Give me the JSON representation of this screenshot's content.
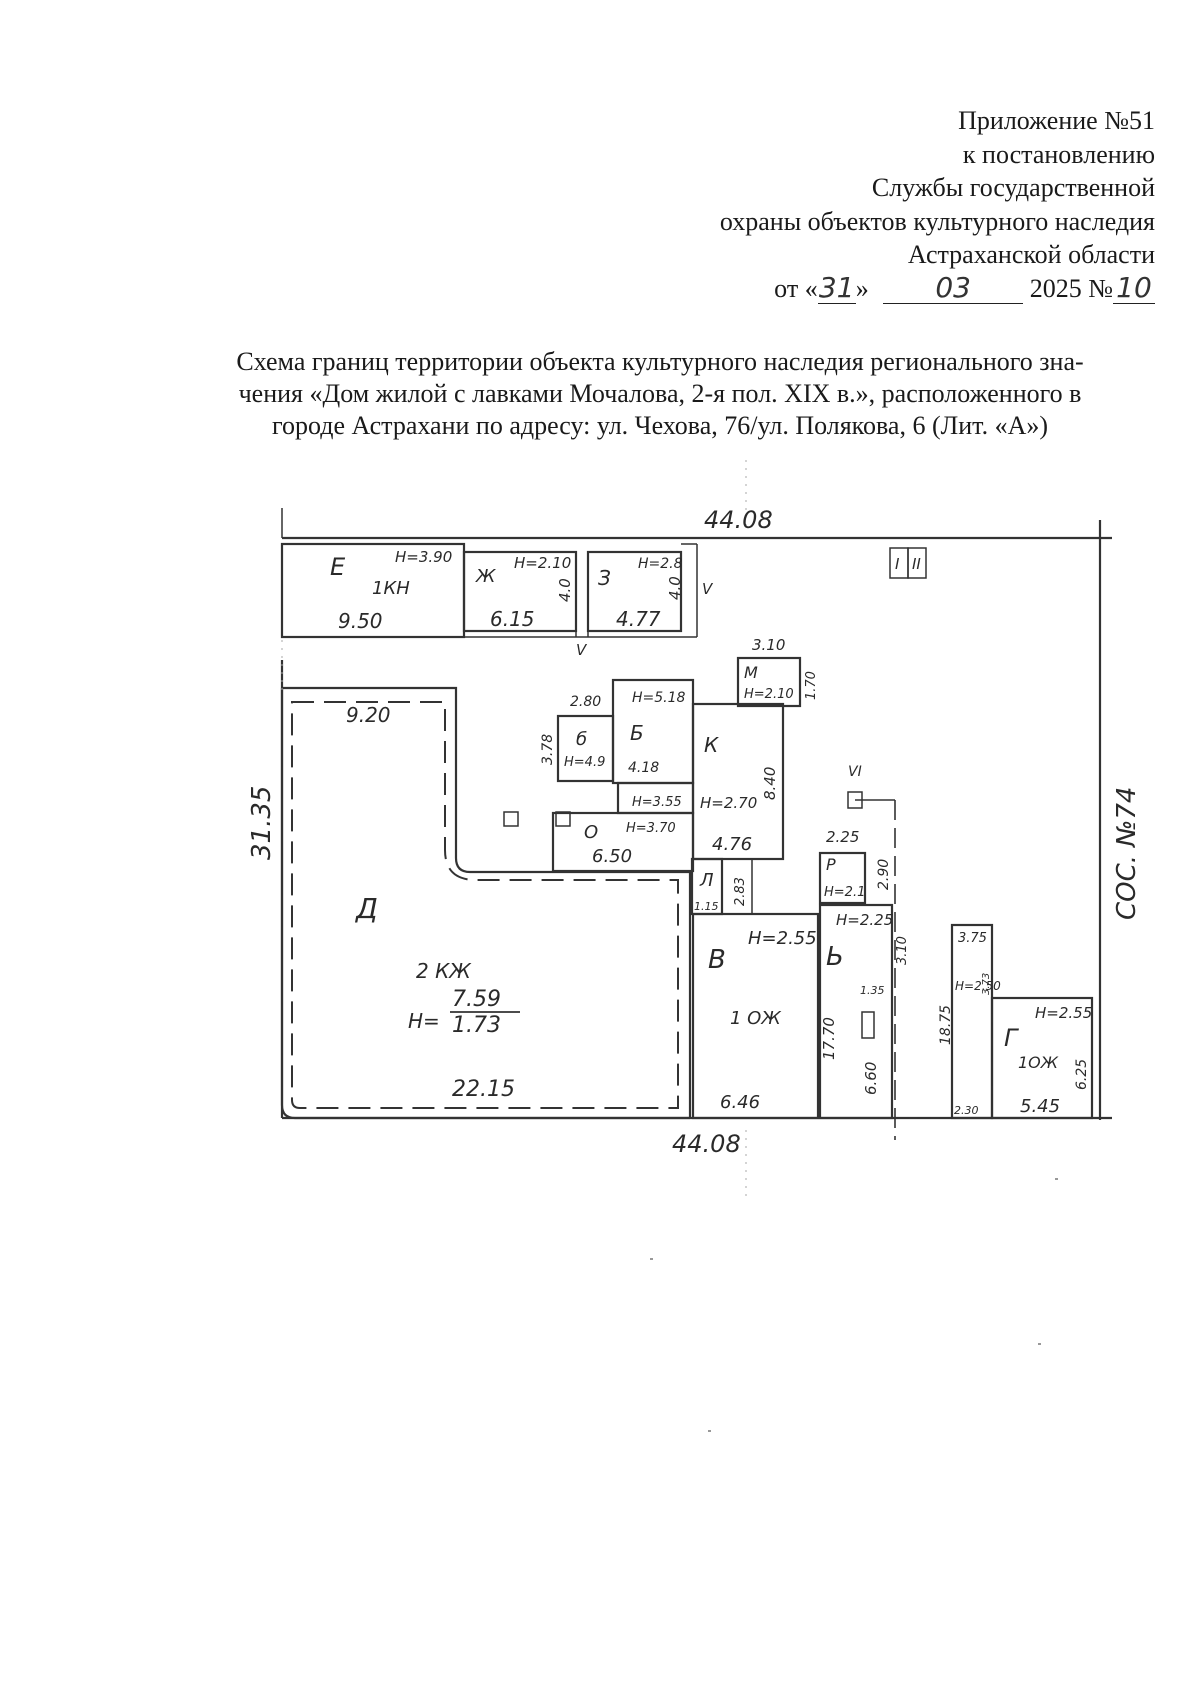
{
  "header": {
    "line1": "Приложение №51",
    "line2": "к постановлению",
    "line3": "Службы государственной",
    "line4": "охраны объектов культурного наследия",
    "line5": "Астраханской области",
    "date_prefix": "от",
    "day_open": "«",
    "day": "31",
    "day_close": "»",
    "month": "03",
    "year_text": "2025 №",
    "number": "10"
  },
  "title": {
    "line1": "Схема границ территории объекта культурного наследия регионального зна-",
    "line2": "чения «Дом жилой с лавками Мочалова, 2-я пол. XIX в.», расположенного в",
    "line3": "городе Астрахани по адресу: ул. Чехова, 76/ул. Полякова, 6 (Лит. «А»)"
  },
  "scheme": {
    "dim_top": "44.08",
    "dim_bottom": "44.08",
    "dim_left": "31.35",
    "dim_right": "СОС. №74",
    "roman_i": "I",
    "roman_ii": "II",
    "roman_v": "V",
    "roman_v2": "V",
    "roman_vi": "VI",
    "bldg_e": {
      "letter": "Е",
      "h": "H=3.90",
      "floors": "1КН",
      "len": "9.50"
    },
    "bldg_zh": {
      "letter": "Ж",
      "h": "H=2.10",
      "len": "6.15",
      "side": "4.0"
    },
    "bldg_z": {
      "letter": "З",
      "h": "H=2.8",
      "len": "4.77",
      "side": "4.0"
    },
    "bldg_m": {
      "letter": "М",
      "h": "H=2.10",
      "top": "3.10",
      "side": "1.70"
    },
    "bldg_b_small": {
      "letter": "б",
      "h": "H=4.9",
      "top": "2.80",
      "side": "3.78"
    },
    "bldg_b": {
      "letter": "Б",
      "h": "H=5.18",
      "len": "4.18"
    },
    "bldg_k": {
      "letter": "К",
      "h": "H=2.70",
      "len": "4.76",
      "side": "8.40"
    },
    "strip_h": "H=3.55",
    "bldg_o": {
      "letter": "О",
      "h": "H=3.70",
      "len": "6.50"
    },
    "bldg_l": {
      "letter": "Л",
      "len": "1.15",
      "side": "2.83"
    },
    "bldg_d": {
      "letter": "Д",
      "top": "9.20",
      "floors": "2 КЖ",
      "h_label": "H=",
      "h_num": "7.59",
      "h_den": "1.73",
      "len": "22.15"
    },
    "bldg_v": {
      "letter": "В",
      "h": "H=2.55",
      "floors": "1 ОЖ",
      "side": "17.70",
      "len": "6.46"
    },
    "bldg_r": {
      "letter": "Р",
      "h": "H=2.1",
      "top": "2.25",
      "side": "2.90"
    },
    "bldg_v_small": {
      "letter": "Ь",
      "h": "H=2.25",
      "side_top": "3.10",
      "inner": "1.35",
      "side": "6.60"
    },
    "bldg_unnamed": {
      "top": "3.75",
      "h": "H=2.50",
      "side_small": "3.73",
      "side": "18.75",
      "bottom": "2.30"
    },
    "bldg_g": {
      "letter": "Г",
      "h": "H=2.55",
      "floors": "1ОЖ",
      "side": "6.25",
      "len": "5.45"
    }
  }
}
